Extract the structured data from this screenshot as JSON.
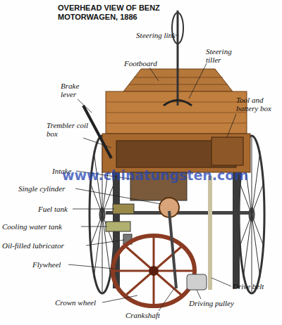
{
  "diagram": {
    "title": "OVERHEAD VIEW OF BENZ MOTORWAGEN, 1886",
    "labels": [
      "Steering link",
      "Footboard",
      "Steering tiller",
      "Brake lever",
      "Tool and battery box",
      "Trembler coil box",
      "Intake",
      "Single cylinder",
      "Fuel tank",
      "Cooling water tank",
      "Oil-filled lubricator",
      "Flywheel",
      "Crown wheel",
      "Crankshaft",
      "Driving pulley",
      "Drive belt",
      "www.chinatungsten.com"
    ]
  }
}
